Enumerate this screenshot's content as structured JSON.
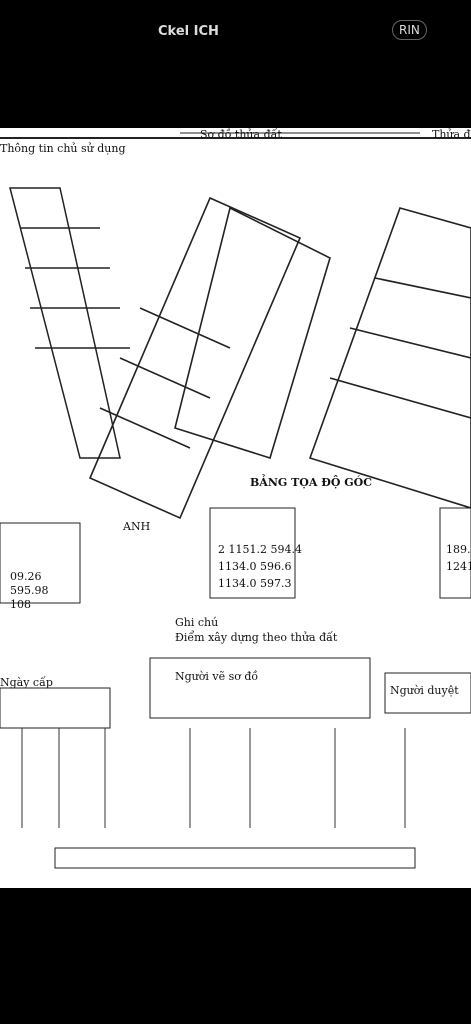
{
  "status": {
    "left": "Ckel\nICH",
    "right": "RIN"
  },
  "doc": {
    "header_left": "Thông tin chủ sử dụng",
    "header_center": "Sơ đồ thửa đất",
    "header_right": "Thửa đất",
    "title_block": "BẢNG TỌA ĐỘ GÓC",
    "note_center": "Ghi chú",
    "note_line": "Điểm xây dựng theo thửa đất",
    "footer_left": "Ngày cấp",
    "footer_center": "Người vẽ sơ đồ",
    "footer_right": "Người duyệt",
    "stamp_label": "ANH",
    "table_left_rows": [
      "09.26",
      "595.98",
      "108"
    ],
    "table_center_rows": [
      "2 1151.2 594.4",
      "1134.0 596.6",
      "1134.0 597.3"
    ],
    "table_right_rows": [
      "189.",
      "1241"
    ]
  }
}
